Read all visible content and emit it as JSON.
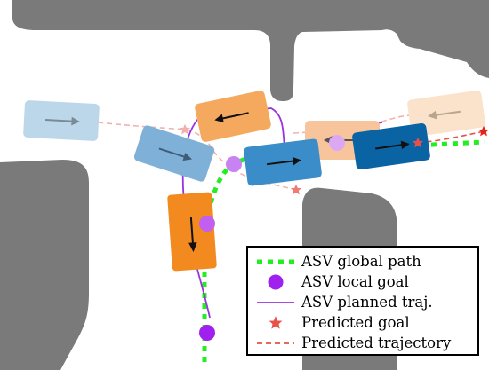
{
  "colors": {
    "obstacle": "#7a7a7a",
    "global_path": "#22ee22",
    "local_goal": "#a020f0",
    "local_goal_faded": "#d79af2",
    "planned_traj": "#9933dd",
    "predicted": "#e8504a",
    "boat_blue_light": "#bcd7ea",
    "boat_blue_mid": "#7fb1d8",
    "boat_blue": "#3a8dc9",
    "boat_blue_dark": "#0a63a3",
    "boat_orange": "#f28c28",
    "boat_orange_mid": "#f4ad6b",
    "boat_orange_light": "#f7cfa8",
    "boat_orange_lightest": "#fbe3cb"
  },
  "legend": {
    "global_path": "ASV global path",
    "local_goal": "ASV local goal",
    "planned_traj": "ASV planned traj.",
    "predicted_goal": "Predicted goal",
    "predicted_trajectory": "Predicted trajectory"
  },
  "vessels": [
    {
      "id": "asv",
      "role": "controlled vessel",
      "heading": "south",
      "color": "boat_orange"
    },
    {
      "id": "obstacle-1",
      "heading": "east",
      "color": "boat_blue_light"
    },
    {
      "id": "obstacle-2",
      "heading": "east",
      "color": "boat_blue_mid"
    },
    {
      "id": "obstacle-3",
      "heading": "east",
      "color": "boat_blue"
    },
    {
      "id": "obstacle-4",
      "heading": "east",
      "color": "boat_blue_dark"
    },
    {
      "id": "obstacle-5",
      "heading": "west",
      "color": "boat_orange_mid"
    },
    {
      "id": "obstacle-6",
      "heading": "west",
      "color": "boat_orange_light"
    },
    {
      "id": "obstacle-7",
      "heading": "west",
      "color": "boat_orange_lightest"
    }
  ]
}
